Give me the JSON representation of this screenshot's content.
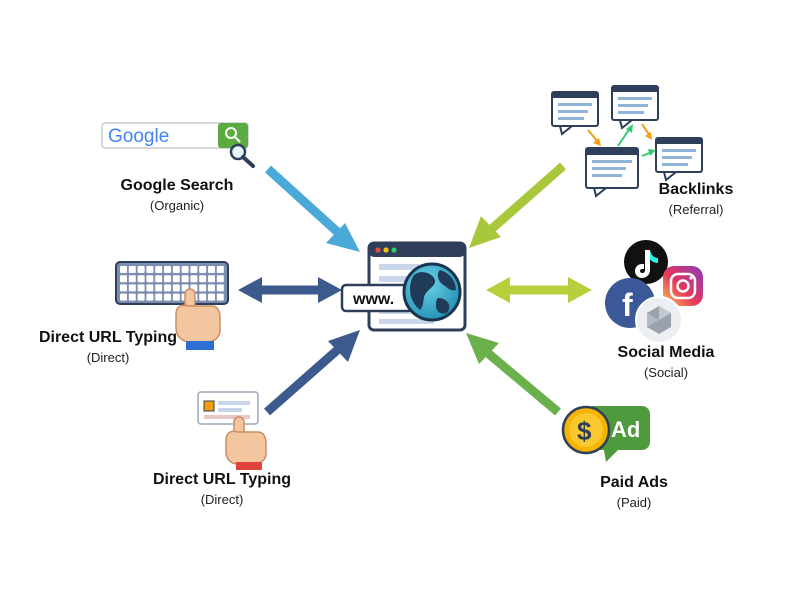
{
  "center": {
    "url_text": "www."
  },
  "google": {
    "logo_text": "Google"
  },
  "ad_badge": {
    "dollar": "$",
    "ad_text": "Ad"
  },
  "sources": [
    {
      "id": "organic",
      "title": "Google Search",
      "subtitle": "(Organic)"
    },
    {
      "id": "direct1",
      "title": "Direct URL Typing",
      "subtitle": "(Direct)"
    },
    {
      "id": "direct2",
      "title": "Direct URL Typing",
      "subtitle": "(Direct)"
    },
    {
      "id": "referral",
      "title": "Backlinks",
      "subtitle": "(Referral)"
    },
    {
      "id": "social",
      "title": "Social Media",
      "subtitle": "(Social)"
    },
    {
      "id": "paid",
      "title": "Paid Ads",
      "subtitle": "(Paid)"
    }
  ],
  "colors": {
    "organic_arrow": "#4ba9d9",
    "direct_arrow": "#3d5a8c",
    "referral_arrow": "#a9c73a",
    "social_arrow": "#b8cf3c",
    "paid_arrow": "#6ab04c",
    "google_search_button": "#5cab41",
    "ad_green": "#4e9a3c",
    "dollar_gold": "#f5b400",
    "facebook": "#3b5998",
    "tiktok": "#111111"
  }
}
